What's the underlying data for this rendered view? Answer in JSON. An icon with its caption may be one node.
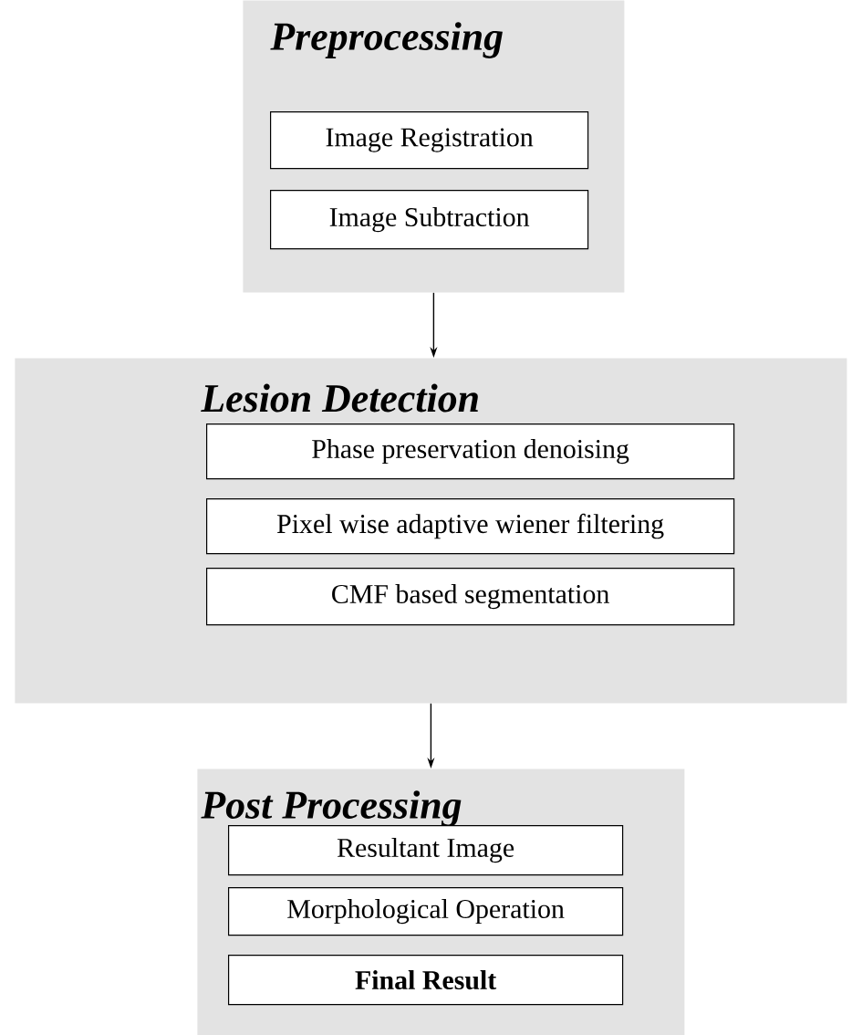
{
  "diagram": {
    "nodes": [
      {
        "text": [
          "Preprocessing"
        ]
      },
      {
        "text": [
          "Image Registration"
        ],
        "in": 0
      },
      {
        "text": [
          "Image Subtraction"
        ],
        "in": 0
      },
      {
        "text": [
          "Lesion Detection"
        ]
      },
      {
        "text": [
          "Phase preservation denoising"
        ],
        "in": 3
      },
      {
        "text": [
          "Pixel wise adaptive wiener filtering"
        ],
        "in": 3
      },
      {
        "text": [
          "CMF based segmentation"
        ],
        "in": 3
      },
      {
        "text": [
          "Post Processing"
        ]
      },
      {
        "text": [
          "Resultant Image"
        ],
        "in": 7
      },
      {
        "text": [
          "Morphological Operation"
        ],
        "in": 7
      },
      {
        "text": [
          "Final Result"
        ],
        "in": 7
      }
    ],
    "edges": [
      {
        "from": 0,
        "to": 3,
        "arrow": "to"
      },
      {
        "from": 3,
        "to": 7,
        "arrow": "to"
      }
    ]
  }
}
